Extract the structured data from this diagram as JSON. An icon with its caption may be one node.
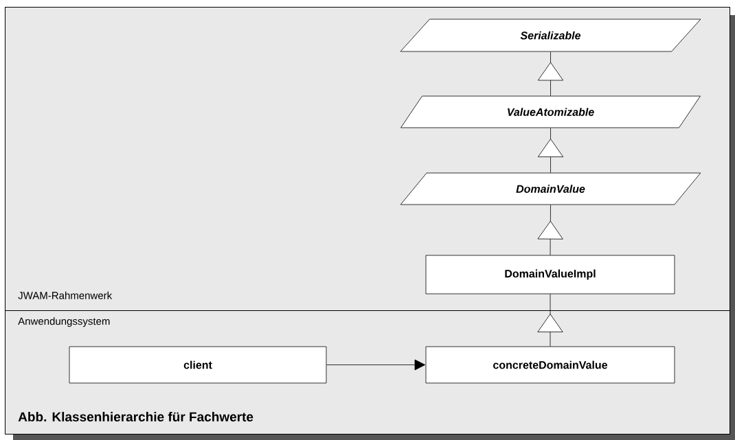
{
  "diagram": {
    "caption": "Abb. Klassenhierarchie für Fachwerte",
    "nodes": [
      {
        "text": [
          "JWAM-Rahmenwerk"
        ]
      },
      {
        "text": [
          "Serializable"
        ],
        "in": 0
      },
      {
        "text": [
          "ValueAtomizable"
        ],
        "in": 0
      },
      {
        "text": [
          "DomainValue"
        ],
        "in": 0
      },
      {
        "text": [
          "DomainValueImpl"
        ],
        "in": 0
      },
      {
        "text": [
          "Anwendungssystem"
        ]
      },
      {
        "text": [
          "client"
        ],
        "in": 5
      },
      {
        "text": [
          "concreteDomainValue"
        ],
        "in": 5
      }
    ],
    "edges": [
      {
        "from": 2,
        "to": 1,
        "arrow": "to"
      },
      {
        "from": 3,
        "to": 2,
        "arrow": "to"
      },
      {
        "from": 4,
        "to": 3,
        "arrow": "to"
      },
      {
        "from": 7,
        "to": 4,
        "arrow": "to"
      },
      {
        "from": 6,
        "to": 7,
        "arrow": "to"
      }
    ]
  }
}
